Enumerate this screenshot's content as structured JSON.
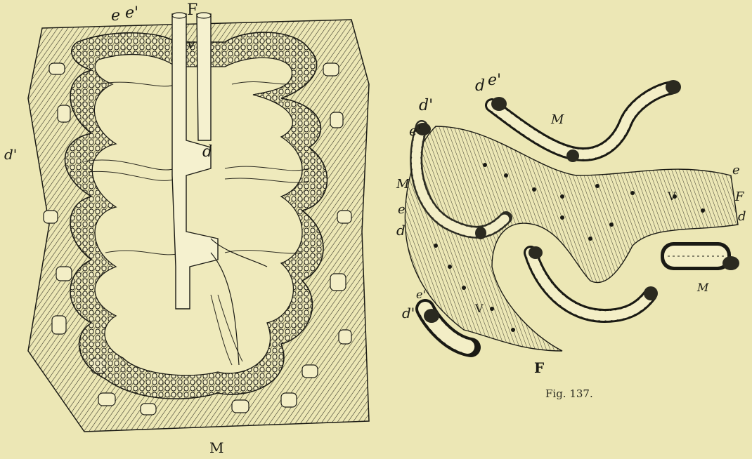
{
  "page": {
    "background": "#ece7b5",
    "ink": "#1a1a14"
  },
  "figure_left": {
    "labels": {
      "e": "e",
      "e_prime": "e'",
      "F": "F",
      "v": "v",
      "d": "d",
      "d_prime": "d'",
      "M": "M"
    }
  },
  "figure_right": {
    "labels": {
      "d_prime_top": "d'",
      "e_prime_left": "e'",
      "M_left": "M",
      "e_left": "e",
      "d_left": "d",
      "d_top": "d",
      "e_prime_top": "e'",
      "M_top": "M",
      "e_right": "e",
      "V": "V",
      "F_right": "F",
      "d_right": "d",
      "M_lower_right": "M",
      "e_prime_bottom": "e'",
      "d_prime_bottom": "d'",
      "V_bottom": "V",
      "F_bottom": "F"
    },
    "caption": "Fig. 137."
  }
}
